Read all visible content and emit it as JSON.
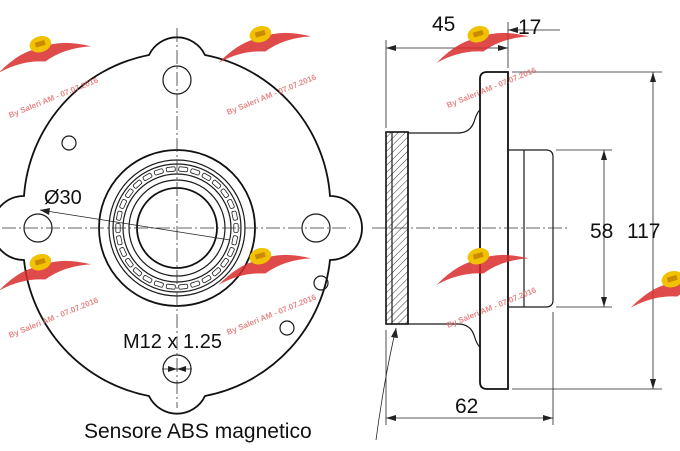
{
  "labels": {
    "bore_diameter": "Ø30",
    "thread": "M12 x 1.25",
    "sensor": "Sensore ABS magnetico",
    "dim_45": "45",
    "dim_17": "17",
    "dim_58": "58",
    "dim_117": "117",
    "dim_62": "62"
  },
  "watermark": {
    "text": "By Saleri AM - 07.07.2016"
  },
  "colors": {
    "line": "#1a1a1a",
    "watermark_red": "#d92b2b",
    "watermark_yellow": "#f2c200"
  }
}
